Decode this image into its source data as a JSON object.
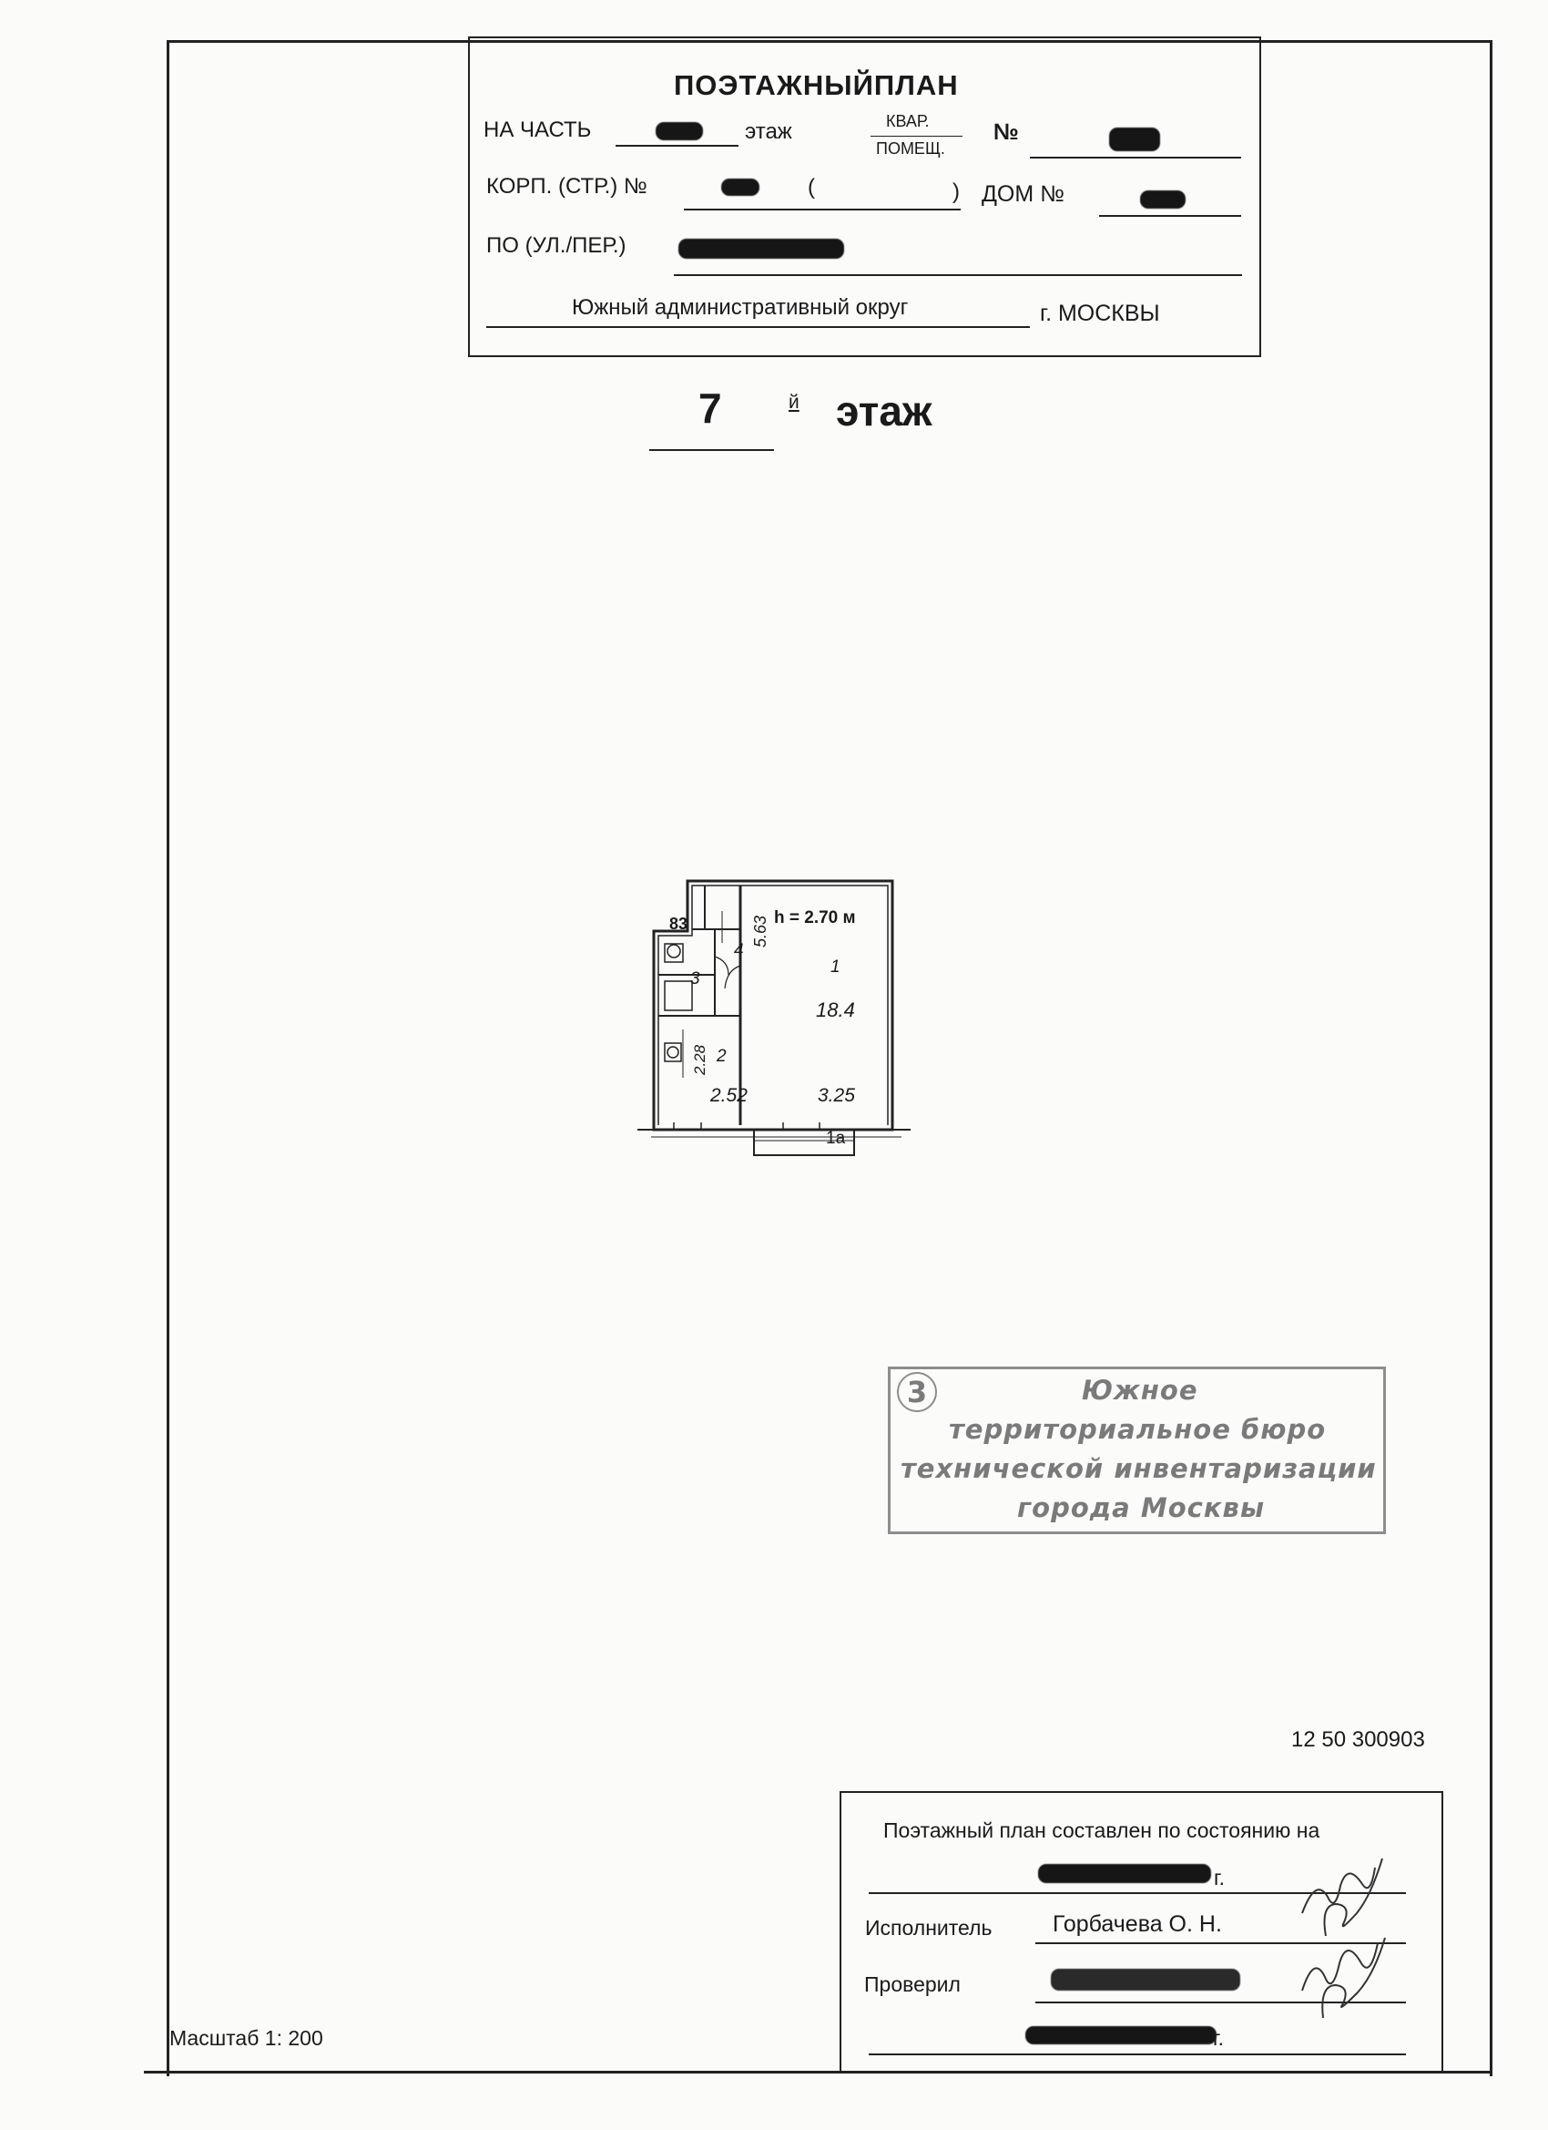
{
  "header": {
    "title": "ПОЭТАЖНЫЙПЛАН",
    "na_chast": "НА ЧАСТЬ",
    "etazh": "этаж",
    "kvar": "КВАР.",
    "pomeshch": "ПОМЕЩ.",
    "number_sign": "№",
    "korp": "КОРП. (СТР.) №",
    "paren_open": "(",
    "paren_close": ")",
    "dom": "ДОМ №",
    "po_ul": "ПО (УЛ./ПЕР.)",
    "okrug": "Южный административный округ",
    "city": "г. МОСКВЫ"
  },
  "floor": {
    "number": "7",
    "suffix": "й",
    "label": "этаж"
  },
  "plan": {
    "height_label": "h = 2.70 м",
    "room_1": "1",
    "room_1_area": "18.4",
    "dim_vertical": "5.63",
    "room_2": "2",
    "room_2_dim": "2.28",
    "room_3": "3",
    "room_4": "4",
    "apt_number": "83",
    "dim_left": "2.52",
    "dim_right": "3.25",
    "balcony": "1а"
  },
  "stamp": {
    "number": "3",
    "line1": "Южное",
    "line2": "территориальное бюро",
    "line3": "технической инвентаризации",
    "line4": "города Москвы"
  },
  "code": "12 50 300903",
  "footer": {
    "state_text": "Поэтажный план составлен по состоянию на",
    "executor_label": "Исполнитель",
    "executor_name": "Горбачева О. Н.",
    "checked_label": "Проверил",
    "year_suffix_1": "г.",
    "year_suffix_2": "г.",
    "scale": "Масштаб 1: 200"
  }
}
